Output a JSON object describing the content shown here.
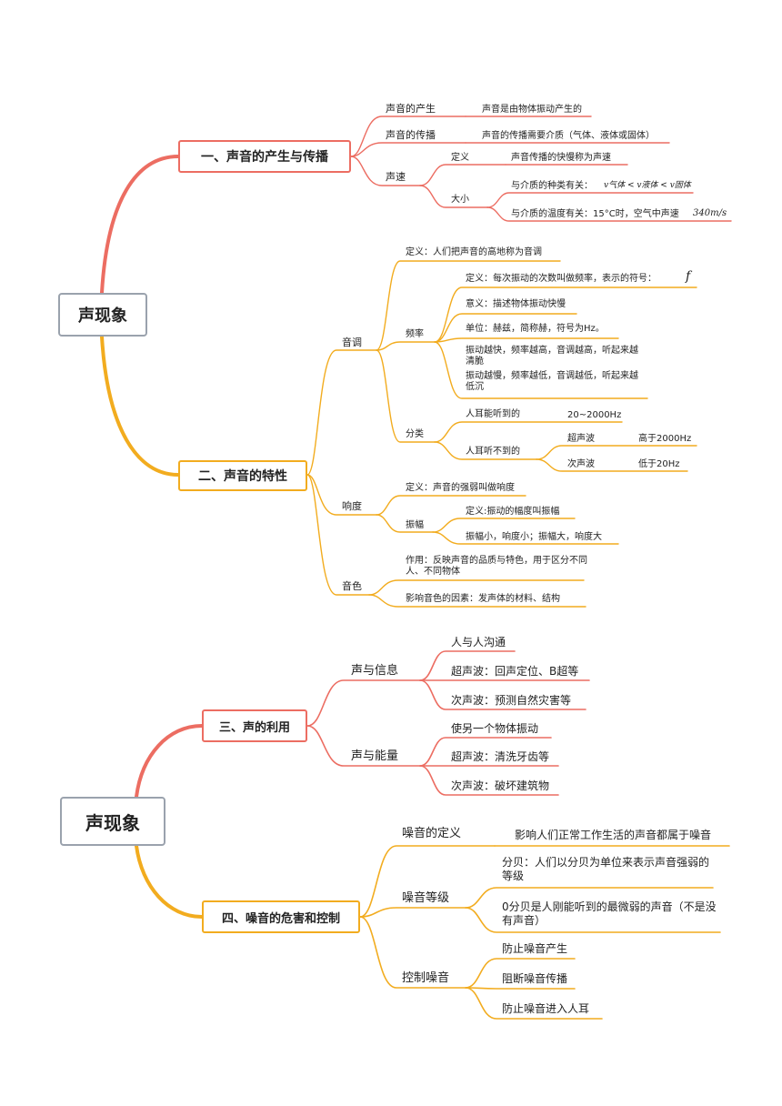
{
  "map1": {
    "root": "声现象",
    "b1": {
      "title": "一、声音的产生与传播",
      "produce": "声音的产生",
      "produce_text": "声音是由物体振动产生的",
      "spread": "声音的传播",
      "spread_text": "声音的传播需要介质（气体、液体或固体）",
      "speed": "声速",
      "def": "定义",
      "def_text": "声音传播的快慢称为声速",
      "size": "大小",
      "kind_text": "与介质的种类有关：",
      "kind_formula": "v气体 < v液体 < v固体",
      "temp_text": "与介质的温度有关：15°C时，空气中声速",
      "temp_formula": "340m/s"
    },
    "b2": {
      "title": "二、声音的特性",
      "pitch": "音调",
      "pitch_def": "定义：人们把声音的高地称为音调",
      "freq": "频率",
      "freq_def": "定义：每次振动的次数叫做频率，表示的符号：",
      "freq_symbol": "f",
      "freq_meaning": "意义：描述物体振动快慢",
      "freq_unit": "单位：赫兹，简称赫，符号为Hz。",
      "freq_fast": "振动越快，频率越高，音调越高，听起来越清脆",
      "freq_slow": "振动越慢，频率越低，音调越低，听起来越低沉",
      "classify": "分类",
      "audible": "人耳能听到的",
      "audible_range": "20~2000Hz",
      "inaudible": "人耳听不到的",
      "ultra": "超声波",
      "ultra_range": "高于2000Hz",
      "infra": "次声波",
      "infra_range": "低于20Hz",
      "loud": "响度",
      "loud_def": "定义：声音的强弱叫做响度",
      "amp": "振幅",
      "amp_def": "定义:振动的幅度叫振幅",
      "amp_rel": "振幅小，响度小；振幅大，响度大",
      "timbre": "音色",
      "timbre_use": "作用：反映声音的品质与特色，用于区分不同人、不同物体",
      "timbre_factor": "影响音色的因素：发声体的材料、结构"
    }
  },
  "map2": {
    "root": "声现象",
    "b3": {
      "title": "三、声的利用",
      "info": "声与信息",
      "info1": "人与人沟通",
      "info2": "超声波：回声定位、B超等",
      "info3": "次声波：预测自然灾害等",
      "energy": "声与能量",
      "energy1": "使另一个物体振动",
      "energy2": "超声波：清洗牙齿等",
      "energy3": "次声波：破坏建筑物"
    },
    "b4": {
      "title": "四、噪音的危害和控制",
      "noise_def": "噪音的定义",
      "noise_def_text": "影响人们正常工作生活的声音都属于噪音",
      "level": "噪音等级",
      "level1": "分贝：人们以分贝为单位来表示声音强弱的等级",
      "level2": "0分贝是人刚能听到的最微弱的声音（不是没有声音）",
      "control": "控制噪音",
      "control1": "防止噪音产生",
      "control2": "阻断噪音传播",
      "control3": "防止噪音进入人耳"
    }
  },
  "colors": {
    "red": "#ec6d62",
    "orange": "#f2ac1f",
    "root_border": "#9aa2ad"
  }
}
